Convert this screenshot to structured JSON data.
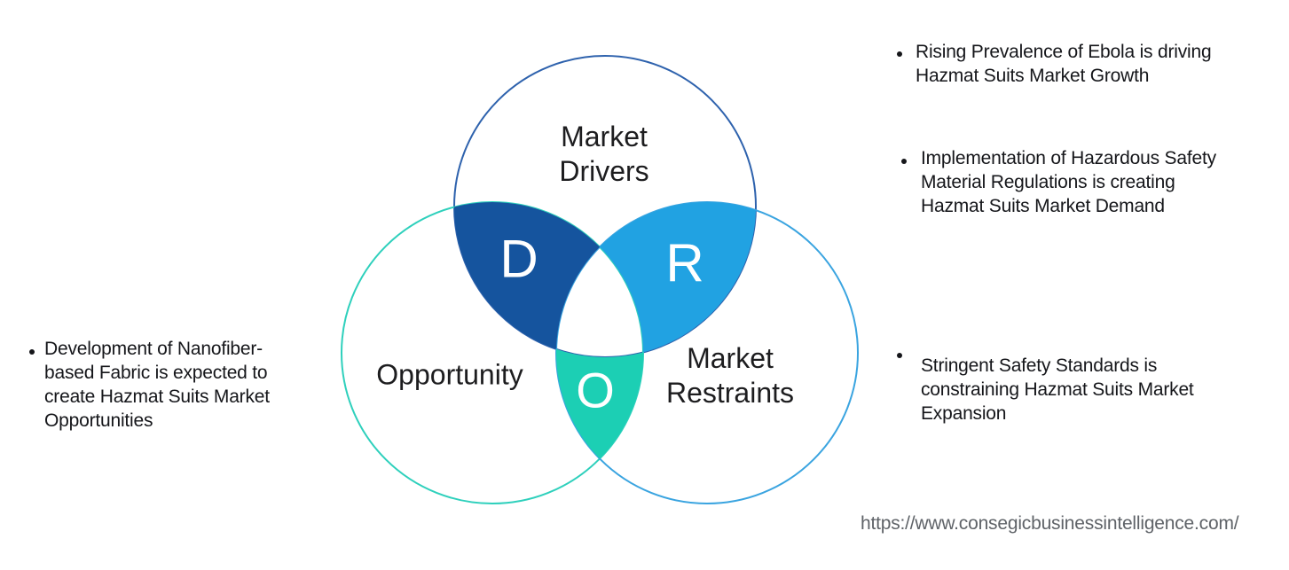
{
  "venn": {
    "drivers_label": [
      "Market",
      "Drivers"
    ],
    "opportunity_label": "Opportunity",
    "restraints_label": [
      "Market",
      "Restraints"
    ],
    "d_letter": "D",
    "r_letter": "R",
    "o_letter": "O",
    "colors": {
      "drivers_stroke": "#2e62ad",
      "opportunity_stroke": "#2ed0bc",
      "restraints_stroke": "#3aa4e0",
      "d_fill": "#15549e",
      "r_fill": "#21a2e2",
      "o_fill": "#1ccfb4"
    }
  },
  "left_notes": [
    {
      "lines": [
        "Development of Nanofiber-",
        "based Fabric is expected to",
        "create Hazmat Suits Market",
        "Opportunities"
      ]
    }
  ],
  "right_notes": [
    {
      "lines": [
        "Rising Prevalence of Ebola is driving",
        "Hazmat Suits Market Growth"
      ]
    },
    {
      "lines": [
        "Implementation of Hazardous Safety",
        "Material Regulations is creating",
        "Hazmat Suits Market Demand"
      ]
    },
    {
      "lines": [
        "Stringent Safety Standards is",
        "constraining Hazmat Suits Market",
        "Expansion"
      ]
    }
  ],
  "footer": {
    "url": "https://www.consegicbusinessintelligence.com/"
  }
}
